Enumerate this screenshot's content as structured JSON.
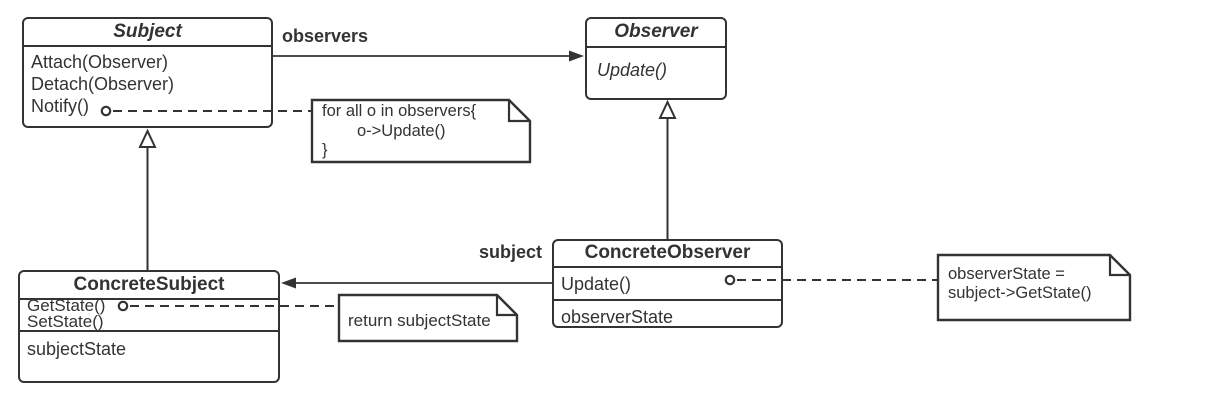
{
  "diagram_title": "Observer pattern class diagram",
  "colors": {
    "stroke": "#333333",
    "text": "#333333",
    "background": "#ffffff",
    "note_fill": "#ffffff"
  },
  "classes": {
    "subject": {
      "title": "Subject",
      "methods": [
        "Attach(Observer)",
        "Detach(Observer)",
        "Notify()"
      ]
    },
    "observer": {
      "title": "Observer",
      "methods": [
        "Update()"
      ]
    },
    "concrete_subject": {
      "title": "ConcreteSubject",
      "methods": [
        "GetState()",
        "SetState()"
      ],
      "attributes": [
        "subjectState"
      ]
    },
    "concrete_observer": {
      "title": "ConcreteObserver",
      "methods": [
        "Update()"
      ],
      "attributes": [
        "observerState"
      ]
    }
  },
  "edge_labels": {
    "observers": "observers",
    "subject": "subject"
  },
  "notes": {
    "notify_note": {
      "line1": "for all o in observers{",
      "line2": "o->Update()",
      "line3": "}"
    },
    "getstate_note": {
      "line1": "return subjectState"
    },
    "update_note": {
      "line1": "observerState =",
      "line2": "subject->GetState()"
    }
  }
}
